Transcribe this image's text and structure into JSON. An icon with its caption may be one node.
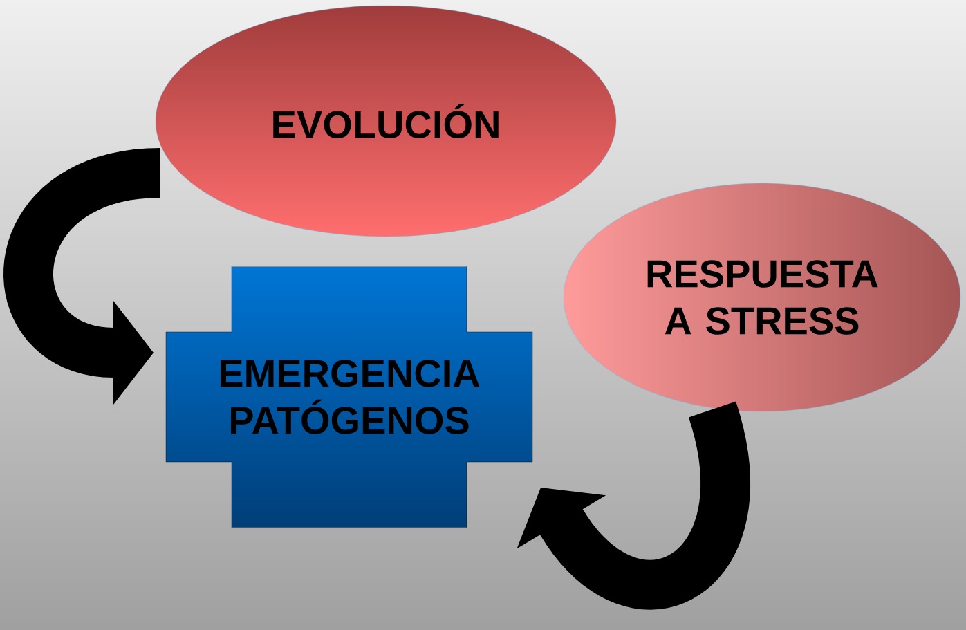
{
  "diagram": {
    "nodes": [
      {
        "text": [
          "EVOLUCIÓN"
        ]
      },
      {
        "text": [
          "EMERGENCIA PATÓGENOS"
        ]
      },
      {
        "text": [
          "RESPUESTA A STRESS"
        ]
      }
    ],
    "edges": [
      {
        "from": 0,
        "to": 1,
        "arrow": "to"
      },
      {
        "from": 2,
        "to": 1,
        "arrow": "to"
      }
    ]
  }
}
